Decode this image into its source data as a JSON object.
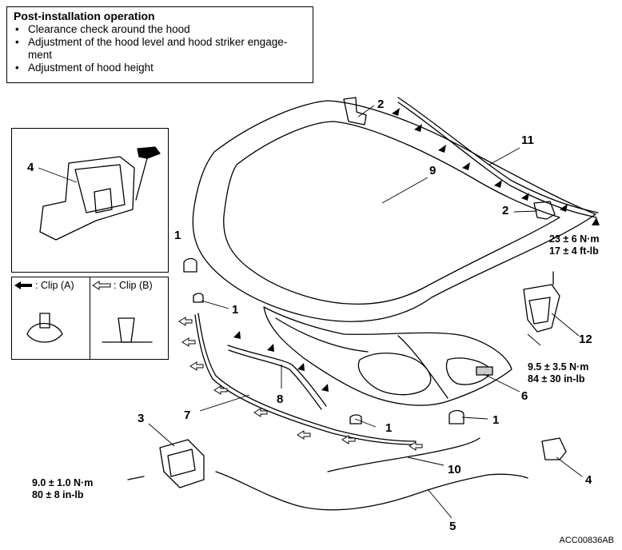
{
  "note": {
    "title": "Post-installation operation",
    "items": [
      "Clearance check around the hood",
      "Adjustment of the hood level and hood striker engage-\nment",
      "Adjustment of hood height"
    ]
  },
  "legend": {
    "clip_a": ": Clip (A)",
    "clip_b": ": Clip (B)"
  },
  "labels": {
    "l1a": "1",
    "l1b": "1",
    "l1c": "1",
    "l1d": "1",
    "l2a": "2",
    "l2b": "2",
    "l3": "3",
    "l4a": "4",
    "l4b": "4",
    "l5": "5",
    "l6": "6",
    "l7": "7",
    "l8": "8",
    "l9": "9",
    "l10": "10",
    "l11": "11",
    "l12": "12"
  },
  "torques": {
    "t1_nm": "23 ± 6 N·m",
    "t1_ft": "17 ± 4 ft-lb",
    "t2_nm": "9.5 ± 3.5 N·m",
    "t2_in": "84 ± 30 in-lb",
    "t3_nm": "9.0 ± 1.0 N·m",
    "t3_in": "80 ± 8 in-lb"
  },
  "code": "ACC00836AB"
}
